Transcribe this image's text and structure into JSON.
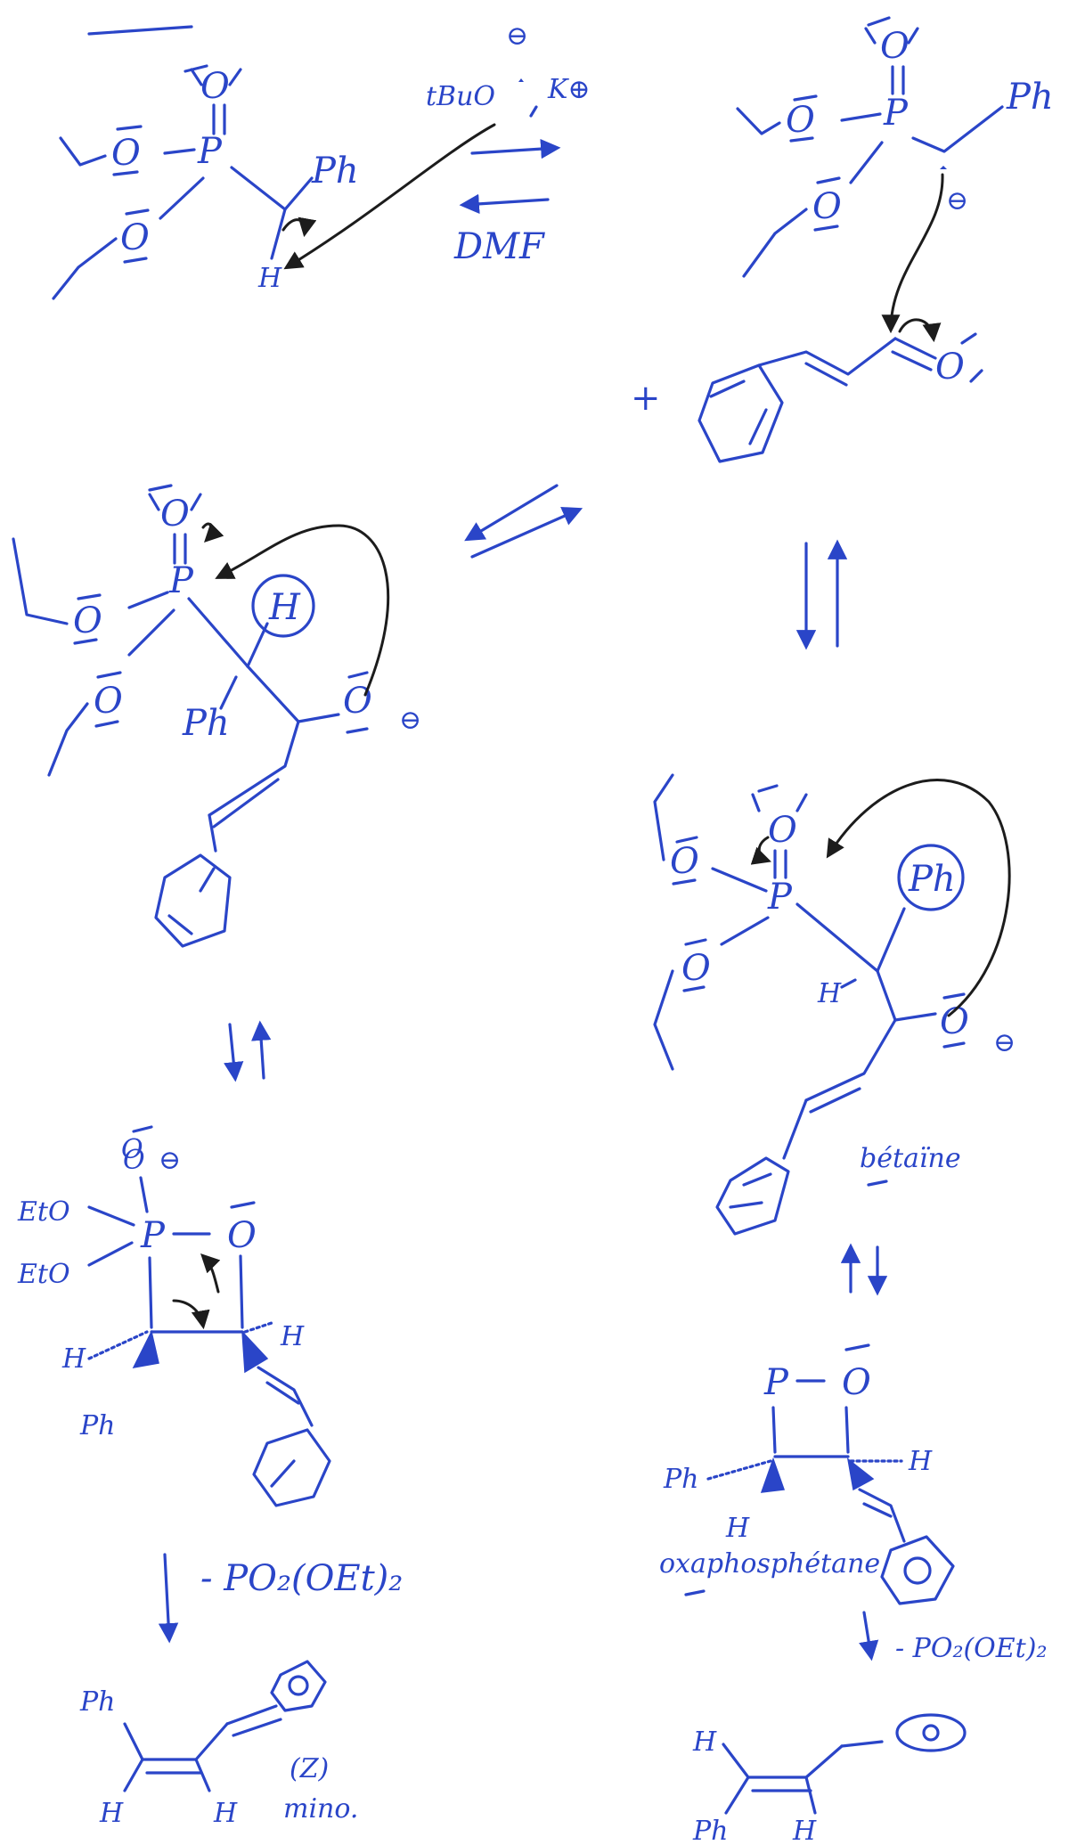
{
  "colors": {
    "ink": "#2a45c8",
    "curved_arrow": "#1c1c1c",
    "background": "#ffffff"
  },
  "labels": {
    "base": "tBuO",
    "counterion": "K⊕",
    "solvent": "DMF",
    "plus": "+",
    "phenyl": "Ph",
    "hydrogen": "H",
    "phosphorus": "P",
    "oxygen": "O",
    "ethoxy": "EtO",
    "minus": "⊖",
    "betaine": "bétaïne",
    "oxaphosphetane": "oxaphosphétane",
    "elimination": "- PO₂(OEt)₂",
    "z_isomer": "(Z)",
    "minor": "mino."
  }
}
